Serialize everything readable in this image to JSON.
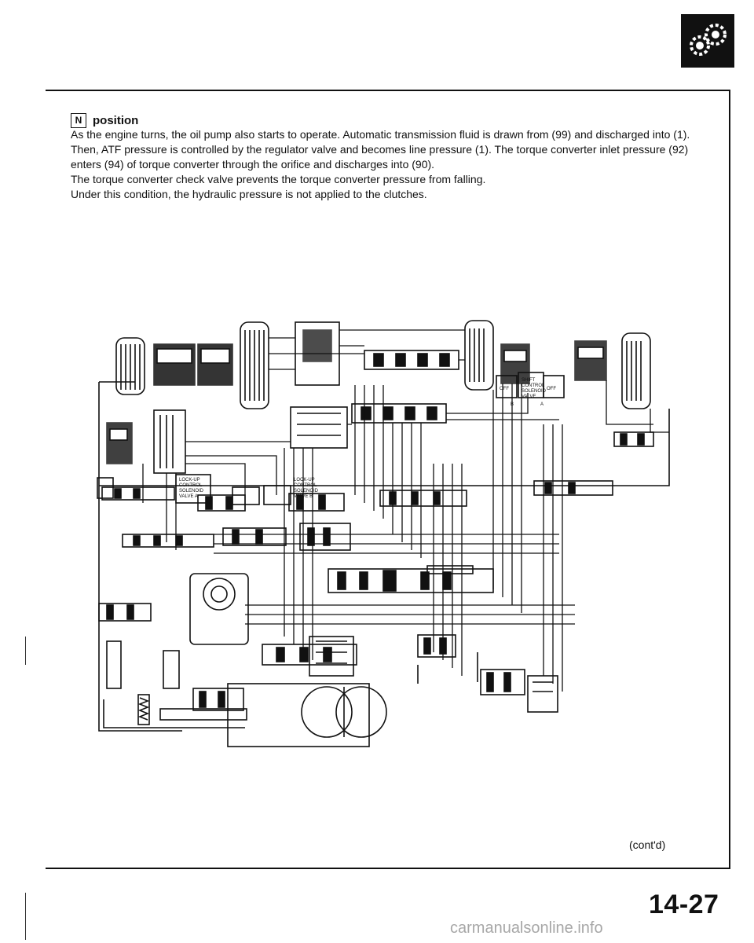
{
  "page": {
    "heading_gear": "N",
    "heading": "position",
    "paragraph": [
      "As the engine turns, the oil pump also starts to operate. Automatic transmission fluid is drawn from (99) and discharged into (1). Then, ATF pressure is controlled by the regulator valve and becomes line pressure (1). The torque converter inlet pressure (92) enters (94) of torque converter through the orifice and discharges into (90).",
      "The torque converter check valve prevents the torque converter pressure from falling.",
      "Under this condition, the hydraulic pressure is not applied to the clutches."
    ],
    "continued": "(cont'd)",
    "page_number": "14-27",
    "watermark": "carmanualsonline.info"
  },
  "diagram": {
    "labels": {
      "lockup_a": [
        "LOCK-UP",
        "CONTROL",
        "SOLENOID",
        "VALVE A"
      ],
      "lockup_b": [
        "LOCK-UP",
        "CONTROL",
        "SOLENOID",
        "VALVE B"
      ],
      "shift": [
        "SHIFT",
        "CONTROL",
        "SOLENOID",
        "VALVE"
      ],
      "off1": "OFF",
      "off2": "OFF",
      "letter_a": "A",
      "letter_b": "B"
    }
  }
}
